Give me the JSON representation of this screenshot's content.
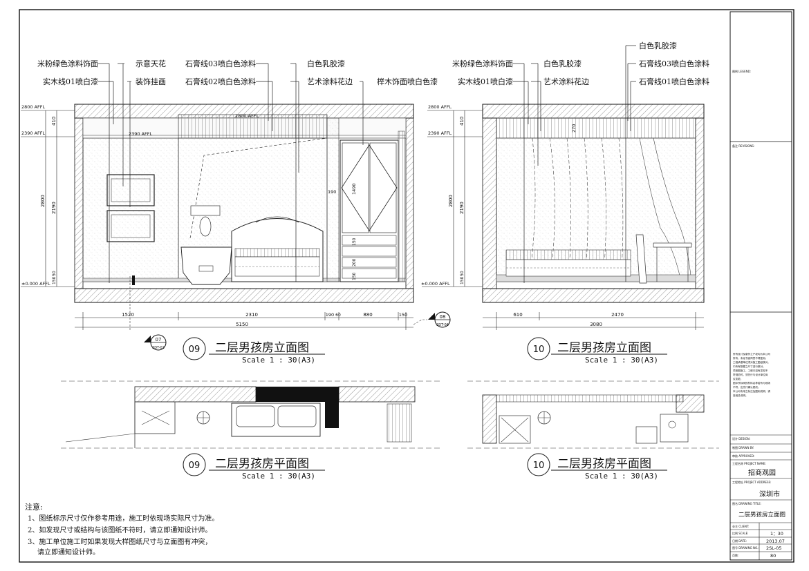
{
  "elevation_09": {
    "labels_left": [
      "米粉绿色涂料饰面",
      "实木线01喷白漆",
      "示意天花",
      "装饰挂画",
      "石膏线03喷白色涂料",
      "石膏线02喷白色涂料",
      "白色乳胶漆",
      "艺术涂料花边",
      "榉木饰面喷白色漆"
    ],
    "levels": [
      "2800 AFFL",
      "2390 AFFL",
      "±0.000 AFFL"
    ],
    "inner_level": "2390 AFFL",
    "ceiling_level": "2800 AFFL",
    "vert_dims": [
      "410",
      "2800",
      "2190",
      "150",
      "50"
    ],
    "dims_mid": [
      "190",
      "1490",
      "150",
      "200",
      "150"
    ],
    "dims_bottom": [
      "1520",
      "2310",
      "190",
      "60",
      "880",
      "150"
    ],
    "total": "5150",
    "callout_07": {
      "num": "07",
      "sheet": "2DT-02"
    },
    "callout_08": {
      "num": "08",
      "sheet": "2DT-06"
    },
    "title_num": "09",
    "title": "二层男孩房立面图",
    "scale": "Scale 1 : 30(A3)"
  },
  "elevation_10": {
    "labels": [
      "米粉绿色涂料饰面",
      "实木线01喷白漆",
      "白色乳胶漆",
      "艺术涂料花边",
      "白色乳胶漆",
      "石膏线03喷白色涂料",
      "石膏线01喷白色涂料"
    ],
    "levels": [
      "2800 AFFL",
      "2390 AFFL",
      "±0.000 AFFL"
    ],
    "vert_dims": [
      "410",
      "2800",
      "2190",
      "150",
      "50"
    ],
    "dim_270": "270",
    "dims_bottom": [
      "610",
      "2470"
    ],
    "total": "3080",
    "title_num": "10",
    "title": "二层男孩房立面图",
    "scale": "Scale 1 : 30(A3)"
  },
  "plan_09": {
    "title_num": "09",
    "title": "二层男孩房平面图",
    "scale": "Scale 1 : 30(A3)"
  },
  "plan_10": {
    "title_num": "10",
    "title": "二层男孩房平面图",
    "scale": "Scale 1 : 30(A3)"
  },
  "notes": {
    "heading": "注意:",
    "items": [
      "1、图纸标示尺寸仅作参考用途，施工时依现场实际尺寸为准。",
      "2、如发现尺寸或结构与该图纸不符时，请立即通知设计师。",
      "3、施工单位施工时如果发现大样图纸尺寸与立面图有冲突，",
      "请立即通知设计师。"
    ]
  },
  "title_block": {
    "legend": "图例 LEGEND:",
    "revisions": "备注 REVISIONS:",
    "remarks": [
      "所有设计及制作之产权均为本公司",
      "所有，未经书面同意不得复用。",
      "工程承建单位须对施工图纸核对，",
      "中所有数据之尺寸进行核对。",
      "须按图施工，工程中如有发现不",
      "符规范时，须先行与设计单位商",
      "议变更。",
      "图中所标明的材料名称若有与现场",
      "不符，应先行确认更改。",
      "本公司专用之标注及图例说明，请",
      "查阅总说明。"
    ],
    "design": "设计 DESIGN:",
    "drawn": "制图 DRAWN BY:",
    "approved": "审核 APPROVED:",
    "project_label": "工程名称 PROJECT NAME:",
    "project_name": "招商观园",
    "address_label": "工程地址 PROJECT ADDRESS:",
    "address": "深圳市",
    "drawing_title_label": "图名 DRAWING TITLE:",
    "drawing_title": "二层男孩房立面图",
    "client_label": "业主 CLIENT:",
    "scale_label": "比例 SCALE:",
    "scale": "1：30",
    "date_label": "日期 DATE:",
    "date": "2013.07",
    "drawing_no_label": "图号 DRAWING NO.:",
    "drawing_no": "2SL-05",
    "page_label": "页数:",
    "page": "80"
  }
}
